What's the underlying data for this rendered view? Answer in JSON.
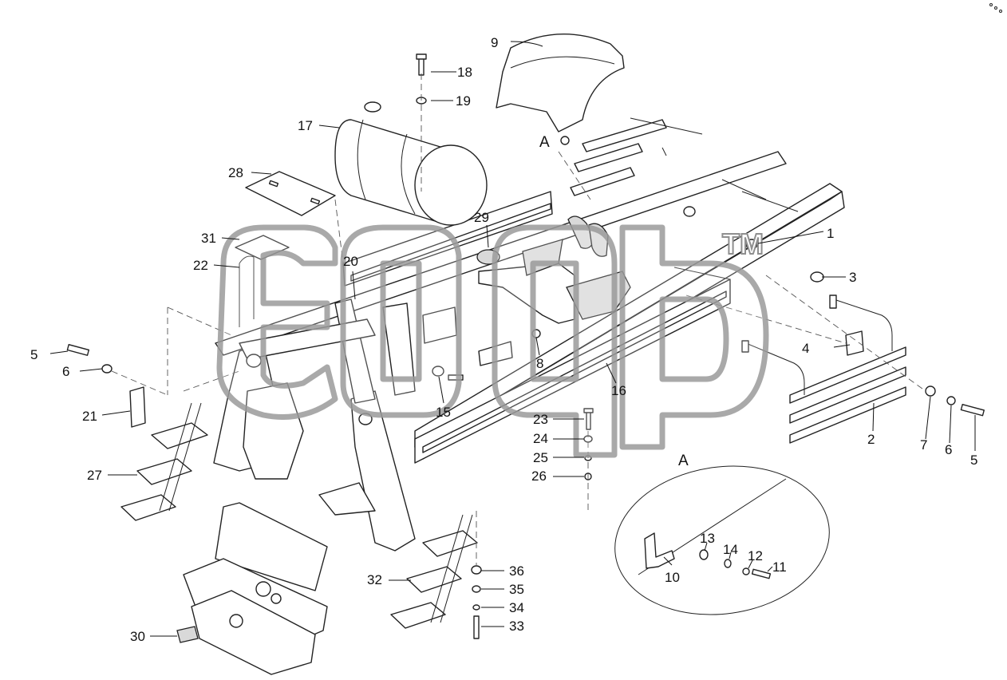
{
  "diagram": {
    "callouts": [
      "1",
      "2",
      "3",
      "4",
      "5",
      "6",
      "7",
      "8",
      "9",
      "10",
      "11",
      "12",
      "13",
      "14",
      "15",
      "16",
      "17",
      "18",
      "19",
      "20",
      "21",
      "22",
      "23",
      "24",
      "25",
      "26",
      "27",
      "28",
      "29",
      "30",
      "31",
      "32",
      "33",
      "34",
      "35",
      "36"
    ],
    "callout_5_left": "5",
    "callout_6_left": "6",
    "callout_5_right": "5",
    "callout_6_right": "6",
    "view_label_main": "A",
    "view_label_detail": "A",
    "watermark_text": "ТМ"
  }
}
